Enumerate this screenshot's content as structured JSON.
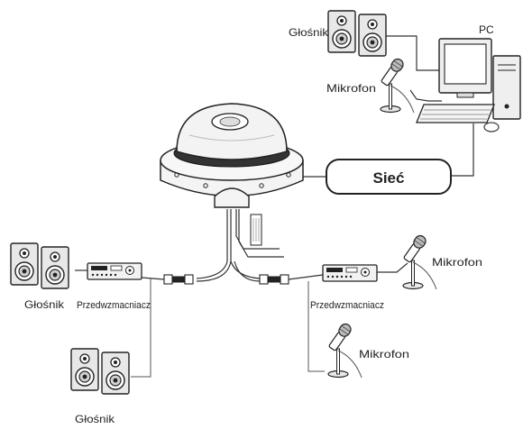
{
  "labels": {
    "pc": "PC",
    "speaker_top": "Głośnik",
    "mic_top": "Mikrofon",
    "network": "Sieć",
    "speaker_left": "Głośnik",
    "preamp_left": "Przedwzmacniacz",
    "speaker_bottom": "Głośnik",
    "preamp_right": "Przedwzmacniacz",
    "mic_right": "Mikrofon",
    "mic_bottom": "Mikrofon"
  }
}
